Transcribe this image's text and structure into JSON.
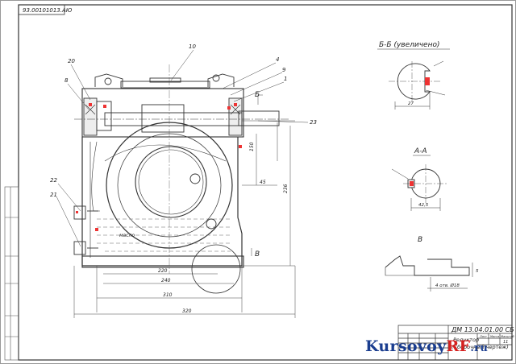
{
  "sheet": {
    "doc_code_top": "93.00101013.АЮ",
    "title_block_code": "ДМ 13.04.01.00 СБ",
    "title_name_1": "Редуктор",
    "title_name_2": "(Сборочный чертеж)",
    "title_sheet_no": "11",
    "title_cols": [
      "Лист",
      "Масса",
      "Масштаб"
    ]
  },
  "sections": {
    "bb_title": "Б-Б (увеличено)",
    "aa_title": "А-А",
    "v_title": "В",
    "cut_marker_b": "Б",
    "cut_marker_v": "В"
  },
  "callouts": [
    "10",
    "4",
    "9",
    "1",
    "20",
    "8",
    "23",
    "22",
    "21"
  ],
  "dimensions": {
    "h_220": "220",
    "h_240": "240",
    "h_310": "310",
    "h_320": "320",
    "v_236": "236",
    "v_150": "150",
    "v_45": "45",
    "bb_w": "27",
    "aa_w": "42,5",
    "v_dim": "5",
    "v_note": "4 отв. Ø18"
  },
  "labels": {
    "oil": "масло"
  },
  "watermark": {
    "part1": "Kursovoy",
    "part2": "RF",
    "part3": ".ru"
  }
}
